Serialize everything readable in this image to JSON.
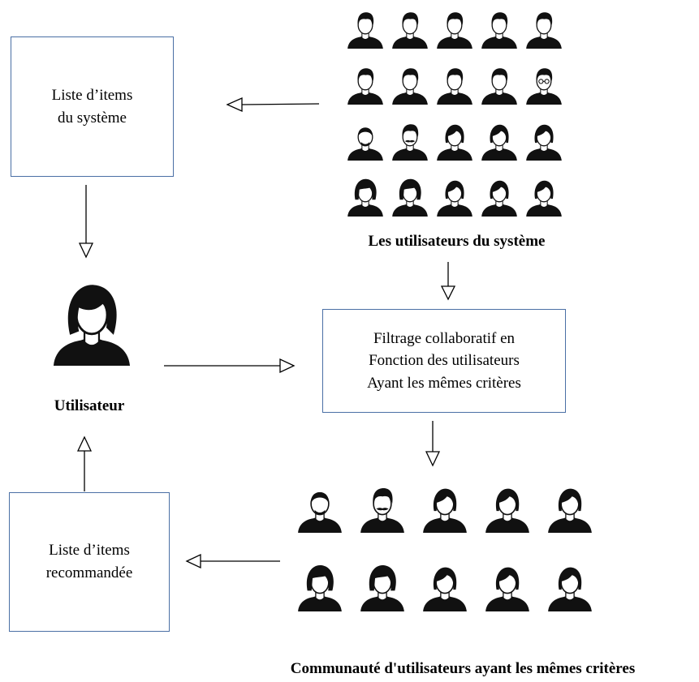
{
  "boxes": {
    "system_items": {
      "line1": "Liste d’items",
      "line2": "du système"
    },
    "collaborative_filtering": {
      "line1": "Filtrage collaboratif en",
      "line2": "Fonction des utilisateurs",
      "line3": "Ayant les mêmes critères"
    },
    "recommended_items": {
      "line1": "Liste d’items",
      "line2": "recommandée"
    }
  },
  "labels": {
    "system_users": "Les utilisateurs du système",
    "user": "Utilisateur",
    "community": "Communauté d'utilisateurs ayant les mêmes critères"
  },
  "colors": {
    "box_border": "#4a6fa5",
    "silhouette": "#111111",
    "arrow": "#000000"
  },
  "icons": {
    "system_users_grid": [
      [
        "male-short-hair",
        "male-short-hair",
        "male-short-hair",
        "male-short-hair",
        "male-short-hair"
      ],
      [
        "male-short-hair",
        "male-short-hair",
        "male-short-hair",
        "male-short-hair",
        "male-glasses"
      ],
      [
        "male-bald",
        "male-mustache",
        "female-short-hair",
        "female-short-hair",
        "female-short-hair"
      ],
      [
        "female-bob",
        "female-bob",
        "female-short-hair",
        "female-short-hair",
        "female-short-hair"
      ]
    ],
    "community_grid": [
      [
        "male-bald",
        "male-mustache",
        "female-short-hair",
        "female-short-hair",
        "female-short-hair"
      ],
      [
        "female-bob",
        "female-bob",
        "female-short-hair",
        "female-short-hair",
        "female-short-hair"
      ]
    ],
    "main_user": "male-long-hair"
  }
}
